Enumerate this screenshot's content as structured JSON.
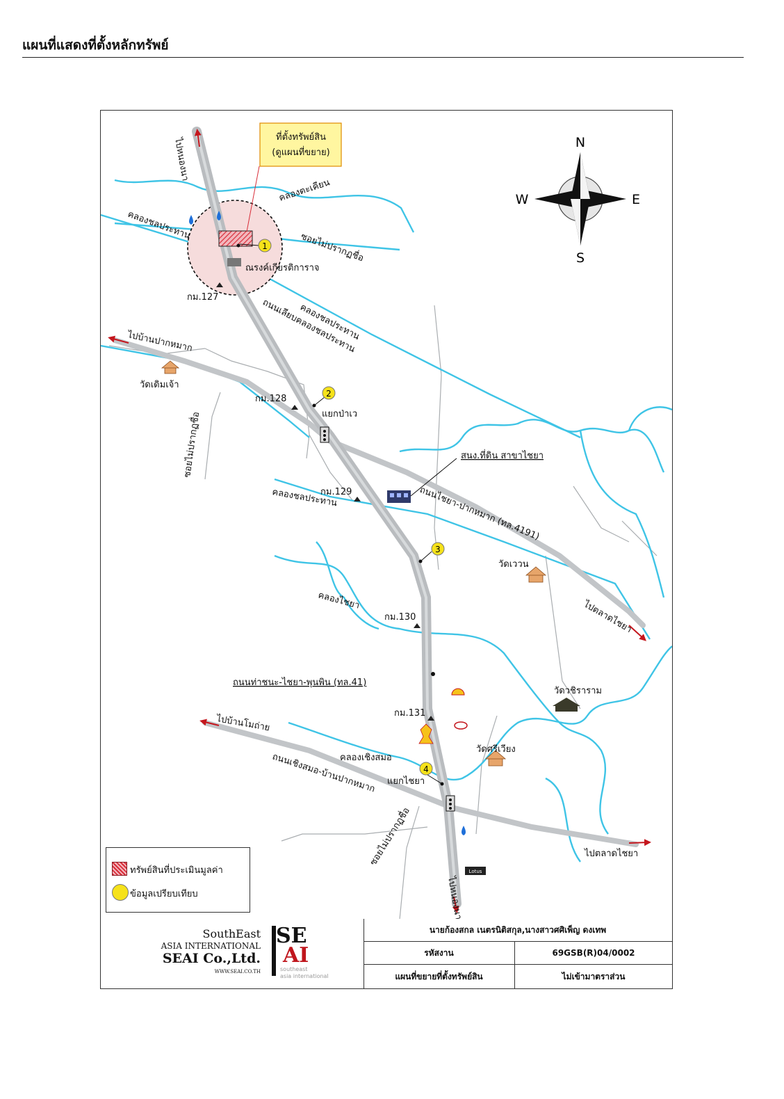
{
  "page": {
    "title": "แผนที่แสดงที่ตั้งหลักทรัพย์"
  },
  "map": {
    "callout": {
      "line1": "ที่ตั้งทรัพย์สิน",
      "line2": "(ดูแผนที่ขยาย)"
    },
    "compass": {
      "north": "N",
      "south": "S",
      "east": "E",
      "west": "W"
    },
    "labels": {
      "to_top": "ไปหนองนา",
      "to_bottom": "ไปหนองนา",
      "khlong_takhian": "คลองตะเคียน",
      "khlong_chonprathan_top": "คลองชลประทาน",
      "soi_unnamed_top": "ซอยไม่ปรากฏชื่อ",
      "landmark_narong": "ณรงค์เกียรติการาจ",
      "km127": "กม.127",
      "khlong_chonprathan_mid": "คลองชลประทาน",
      "road_khlong": "ถนนเลียบคลองชลประทาน",
      "to_ban_pak_mak": "ไปบ้านปากหมาก",
      "wat_doem_chao": "วัดเดิมเจ้า",
      "soi_unnamed_left": "ซอยไม่ปรากฏชื่อ",
      "km128": "กม.128",
      "junction_pa_we": "แยกป่าเว",
      "land_office": "สนง.ที่ดิน สาขาไชยา",
      "km129": "กม.129",
      "khlong_chonprathan_low": "คลองชลประทาน",
      "road_4191": "ถนนไชยา-ปากหมาก (ทล.4191)",
      "wat_wan": "วัดเววน",
      "khlong_chaiya": "คลองไชยา",
      "km130": "กม.130",
      "to_talat_chaiya_right": "ไปตลาดไชยา",
      "road_41": "ถนนท่าชนะ-ไชยา-พุนพิน (ทล.41)",
      "wat_wachirabram": "วัดวชิราราม",
      "km131": "กม.131",
      "to_ban_mo_thai": "ไปบ้านโมถ่าย",
      "road_choeng_samo": "ถนนเชิงสมอ-บ้านปากหมาก",
      "khlong_choeng_samo": "คลองเชิงสมอ",
      "wat_si_wiang": "วัดศรีเวียง",
      "junction_chaiya": "แยกไชยา",
      "soi_unnamed_bottom": "ซอยไม่ปรากฏชื่อ",
      "to_talat_chaiya_bottom": "ไปตลาดไชยา",
      "lotus": "Lotus"
    },
    "comparables": [
      "1",
      "2",
      "3",
      "4"
    ]
  },
  "legend": {
    "item1": "ทรัพย์สินที่ประเมินมูลค่า",
    "item2": "ข้อมูลเปรียบเทียบ"
  },
  "footer": {
    "logo": {
      "line1": "SouthEast",
      "line2": "ASIA INTERNATIONAL",
      "line3": "SEAI Co.,Ltd.",
      "line4": "WWW.SEAI.CO.TH",
      "mark_top": "SE",
      "mark_bottom": "AI",
      "mark_sub1": "southeast",
      "mark_sub2": "asia international"
    },
    "names": "นายก้องสกล เนตรนิติสกุล,นางสาวศศิเพ็ญ ดงเทพ",
    "code_label": "รหัสงาน",
    "code_value": "69GSB(R)04/0002",
    "map_desc": "แผนที่ขยายที่ตั้งทรัพย์สิน",
    "scale": "ไม่เข้ามาตราส่วน"
  },
  "colors": {
    "river": "#3fc4e6",
    "road": "#b9bcbf",
    "minor_road": "#9fa3a6",
    "arrow": "#c4161d",
    "callout_bg": "#fff6a0",
    "callout_border": "#e08a00",
    "subject_circle": "#f6dcdc",
    "subject_mark": "#d92e3a",
    "comparable": "#f6e21a"
  }
}
